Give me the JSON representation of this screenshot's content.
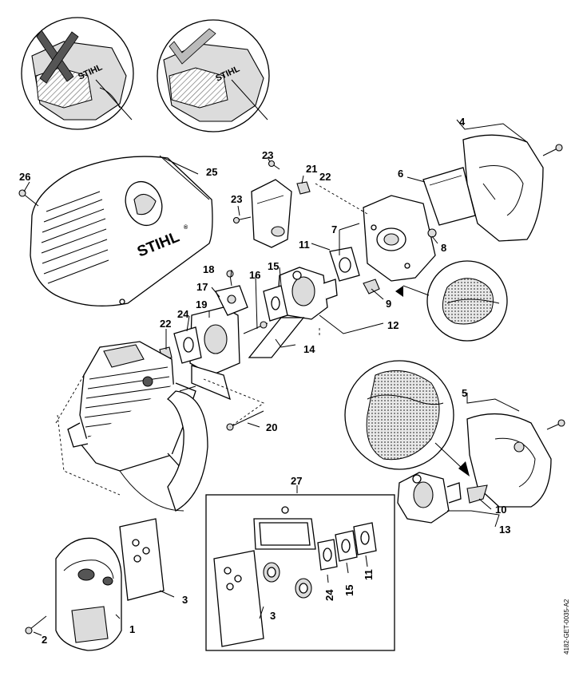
{
  "diagram": {
    "brand_cover": "STIHL",
    "brand_inset_left": "STIHL",
    "brand_inset_right": "STIHL",
    "registered_mark": "®",
    "document_id": "4182-GET-0035-A2",
    "callouts": {
      "c1": "1",
      "c2": "2",
      "c3a": "3",
      "c3b": "3",
      "c4": "4",
      "c5": "5",
      "c6": "6",
      "c7": "7",
      "c8": "8",
      "c9": "9",
      "c10": "10",
      "c11a": "11",
      "c11b": "11",
      "c12": "12",
      "c13": "13",
      "c14": "14",
      "c15a": "15",
      "c15b": "15",
      "c16": "16",
      "c17": "17",
      "c18": "18",
      "c19": "19",
      "c20": "20",
      "c21": "21",
      "c22a": "22",
      "c22b": "22",
      "c23a": "23",
      "c23b": "23",
      "c24a": "24",
      "c24b": "24",
      "c25": "25",
      "c26": "26",
      "c27": "27"
    }
  }
}
